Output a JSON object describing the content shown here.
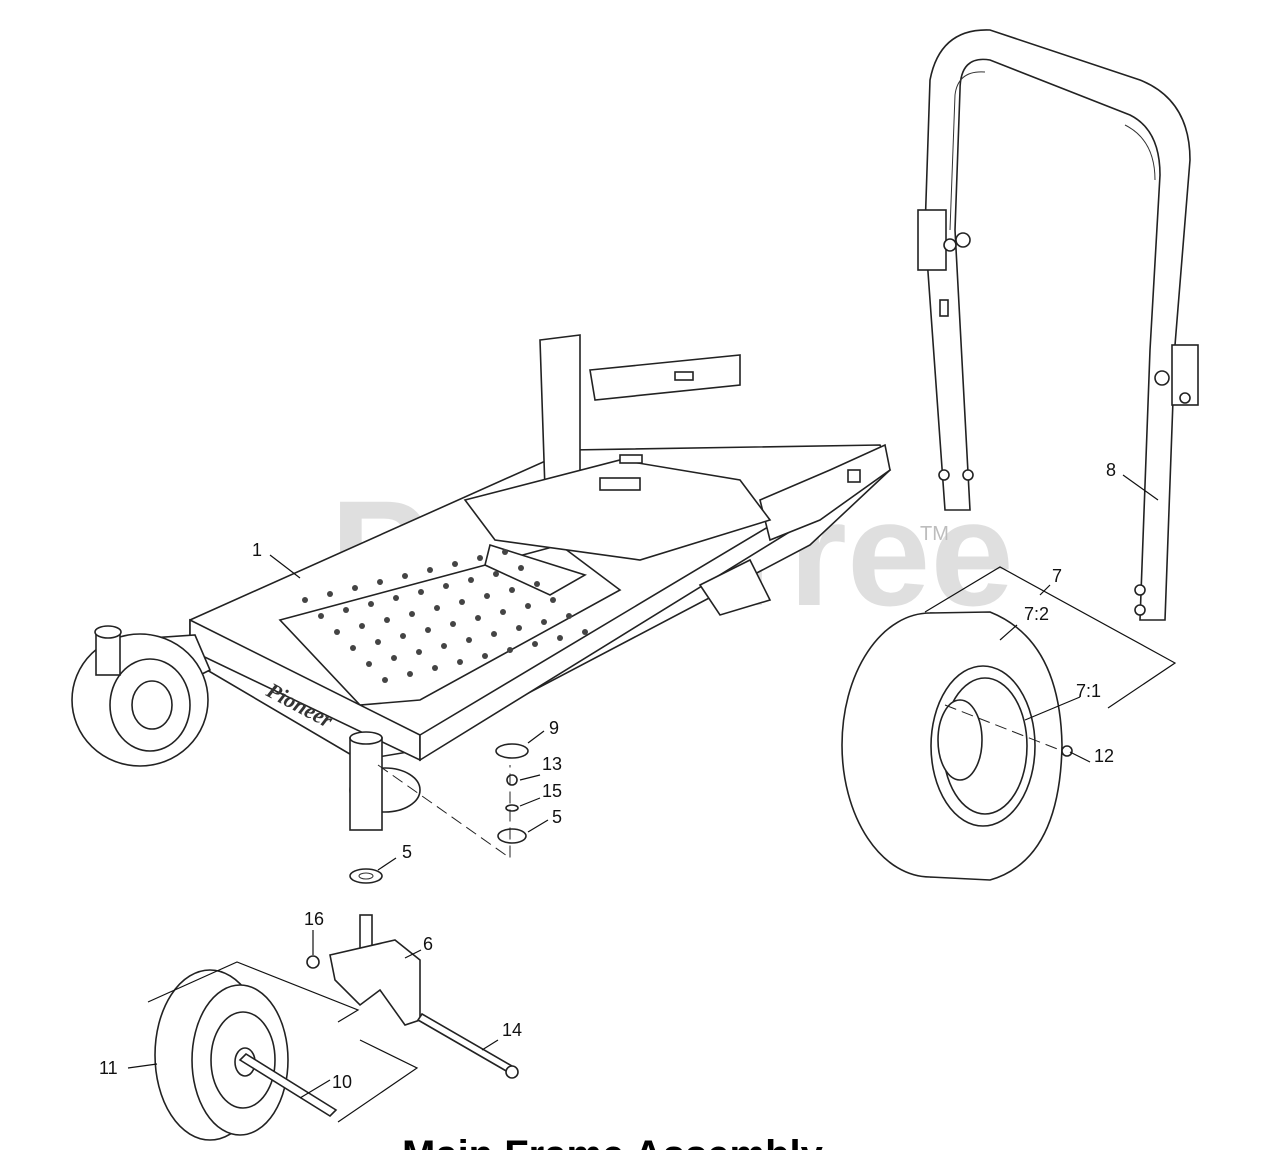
{
  "watermark": {
    "brand": "PartsTree",
    "trademark": "TM"
  },
  "frame_logo": "Pioneer",
  "title": "Main Frame Assembly",
  "callouts": [
    {
      "id": "c1",
      "text": "1"
    },
    {
      "id": "c5a",
      "text": "5"
    },
    {
      "id": "c5b",
      "text": "5"
    },
    {
      "id": "c6",
      "text": "6"
    },
    {
      "id": "c7",
      "text": "7"
    },
    {
      "id": "c72",
      "text": "7:2"
    },
    {
      "id": "c71",
      "text": "7:1"
    },
    {
      "id": "c8",
      "text": "8"
    },
    {
      "id": "c9",
      "text": "9"
    },
    {
      "id": "c10",
      "text": "10"
    },
    {
      "id": "c11",
      "text": "11"
    },
    {
      "id": "c12",
      "text": "12"
    },
    {
      "id": "c13",
      "text": "13"
    },
    {
      "id": "c14",
      "text": "14"
    },
    {
      "id": "c15",
      "text": "15"
    },
    {
      "id": "c16",
      "text": "16"
    }
  ]
}
